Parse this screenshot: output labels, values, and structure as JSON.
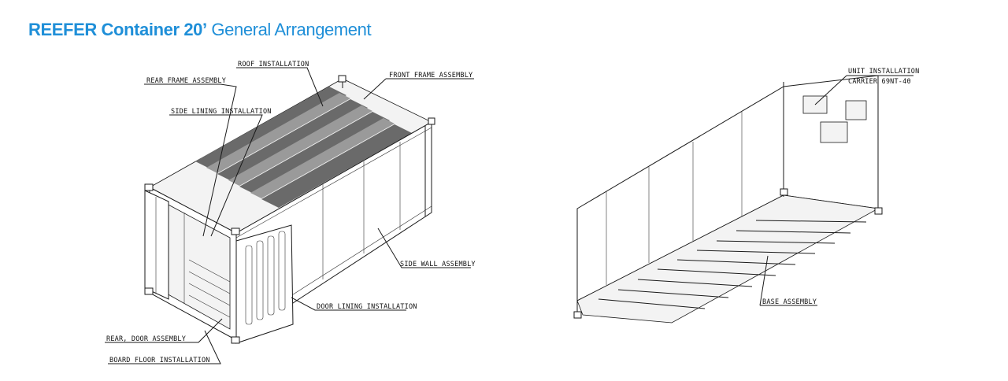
{
  "title": {
    "bold": "REEFER Container 20’",
    "light": " General Arrangement"
  },
  "colors": {
    "title": "#1f8fd8",
    "line": "#1a1a1a"
  },
  "labels": {
    "roof_installation": "ROOF INSTALLATION",
    "rear_frame_assembly": "REAR FRAME ASSEMBLY",
    "front_frame_assembly": "FRONT FRAME ASSEMBLY",
    "side_lining_installation": "SIDE LINING INSTALLATION",
    "side_wall_assembly": "SIDE WALL ASSEMBLY",
    "door_lining_installation": "DOOR LINING INSTALLATION",
    "rear_door_assembly": "REAR, DOOR ASSEMBLY",
    "board_floor_installation": "BOARD FLOOR INSTALLATION",
    "unit_installation": "UNIT INSTALLATION",
    "carrier_model": "CARRIER 69NT-40",
    "base_assembly": "BASE ASSEMBLY"
  }
}
